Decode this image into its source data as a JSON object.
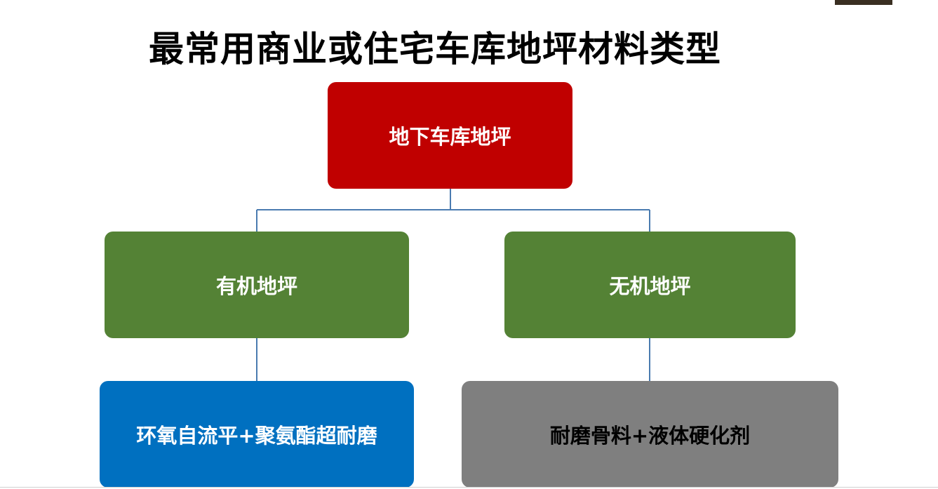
{
  "title": "最常用商业或住宅车库地坪材料类型",
  "colors": {
    "root": "#c00000",
    "organic": "#548235",
    "inorganic": "#548235",
    "leaf_organic": "#0070c0",
    "leaf_inorganic": "#7f7f7f",
    "connector": "#4a7bb0"
  },
  "nodes": {
    "root": "地下车库地坪",
    "organic": "有机地坪",
    "inorganic": "无机地坪",
    "organic_material": "环氧自流平+聚氨酯超耐磨",
    "inorganic_material": "耐磨骨料+液体硬化剂"
  },
  "edges": [
    [
      "root",
      "organic"
    ],
    [
      "root",
      "inorganic"
    ],
    [
      "organic",
      "organic_material"
    ],
    [
      "inorganic",
      "inorganic_material"
    ]
  ]
}
